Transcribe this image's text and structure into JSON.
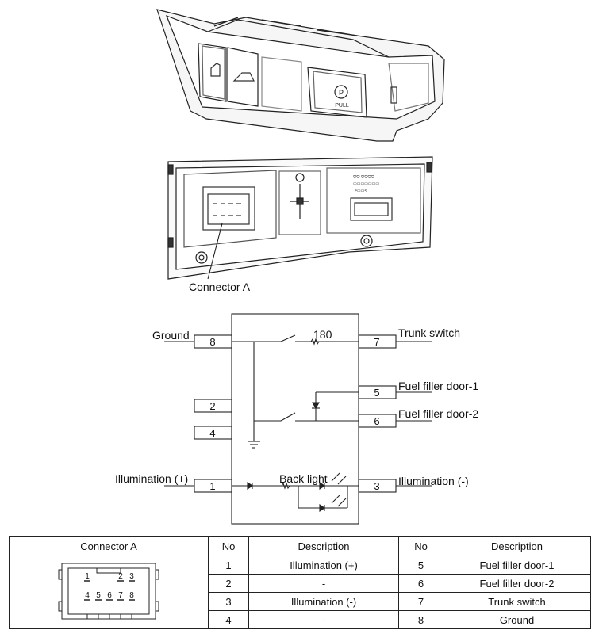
{
  "upper_labels": {
    "handle_label": "PULL",
    "connector_a": "Connector A"
  },
  "schematic": {
    "left_pins": {
      "ground": {
        "label": "Ground",
        "pin": "8"
      },
      "pin2": {
        "pin": "2"
      },
      "pin4": {
        "pin": "4"
      },
      "illum_plus": {
        "label": "Illumination (+)",
        "pin": "1"
      }
    },
    "right_pins": {
      "trunk": {
        "label": "Trunk switch",
        "pin": "7"
      },
      "fuel1": {
        "label": "Fuel filler door-1",
        "pin": "5"
      },
      "fuel2": {
        "label": "Fuel filler door-2",
        "pin": "6"
      },
      "illum_minus": {
        "label": "Illumination (-)",
        "pin": "3"
      }
    },
    "resistor_value": "180",
    "back_light": "Back light"
  },
  "table": {
    "headers": [
      "Connector A",
      "No",
      "Description",
      "No",
      "Description"
    ],
    "rows": [
      {
        "no_a": "1",
        "desc_a": "Illumination (+)",
        "no_b": "5",
        "desc_b": "Fuel filler door-1"
      },
      {
        "no_a": "2",
        "desc_a": "-",
        "no_b": "6",
        "desc_b": "Fuel filler door-2"
      },
      {
        "no_a": "3",
        "desc_a": "Illumination (-)",
        "no_b": "7",
        "desc_b": "Trunk switch"
      },
      {
        "no_a": "4",
        "desc_a": "-",
        "no_b": "8",
        "desc_b": "Ground"
      }
    ],
    "connector_pins_top": [
      "1",
      "2",
      "3"
    ],
    "connector_pins_bottom": [
      "4",
      "5",
      "6",
      "7",
      "8"
    ]
  }
}
